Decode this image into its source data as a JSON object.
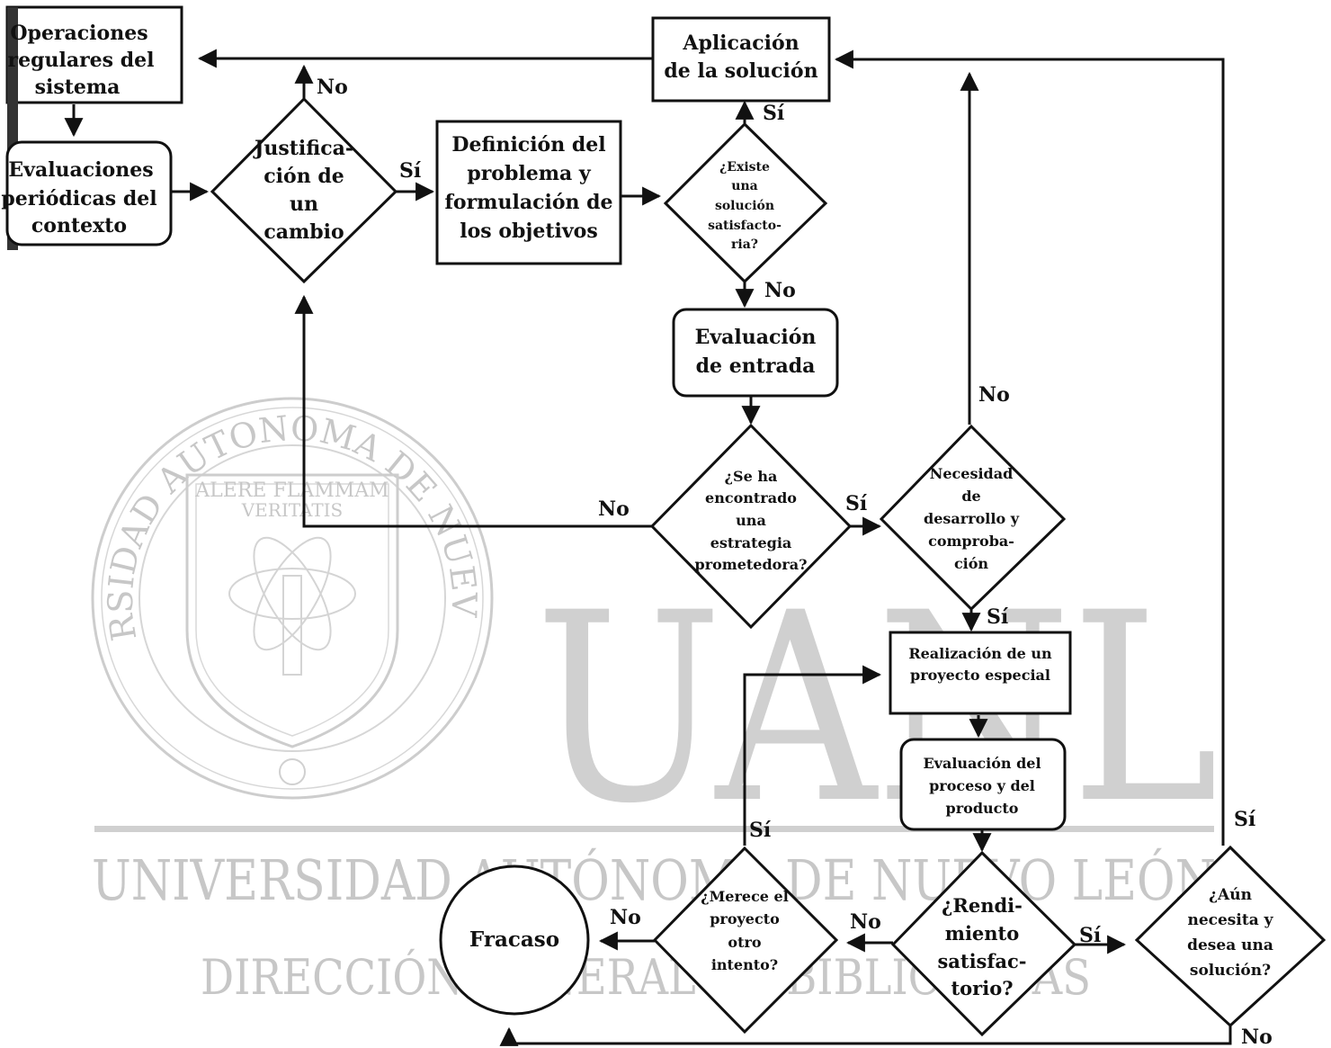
{
  "watermark": {
    "letters": "UANL",
    "line1": "UNIVERSIDAD AUTÓNOMA DE NUEVO LEÓN",
    "line2": "DIRECCIÓN GENERAL DE BIBLIOTECAS",
    "seal_ring": "UNIVERSIDAD AUTONOMA DE NUEVO LEON",
    "seal_motto1": "ALERE FLAMMAM",
    "seal_motto2": "VERITATIS"
  },
  "nodes": {
    "operaciones": [
      "Operaciones",
      "regulares del",
      "sistema"
    ],
    "evaluaciones": [
      "Evaluaciones",
      "periódicas del",
      "contexto"
    ],
    "justificacion": [
      "Justifica-",
      "ción de",
      "un",
      "cambio"
    ],
    "definicion": [
      "Definición del",
      "problema y",
      "formulación de",
      "los objetivos"
    ],
    "aplicacion": [
      "Aplicación",
      "de la solución"
    ],
    "existe": [
      "¿Existe",
      "una",
      "solución",
      "satisfacto-",
      "ria?"
    ],
    "evaluacion_entrada": [
      "Evaluación",
      "de entrada"
    ],
    "estrategia": [
      "¿Se ha",
      "encontrado",
      "una",
      "estrategia",
      "prometedora?"
    ],
    "necesidad": [
      "Necesidad",
      "de",
      "desarrollo y",
      "comproba-",
      "ción"
    ],
    "realizacion": [
      "Realización de un",
      "proyecto especial"
    ],
    "evaluacion_proceso": [
      "Evaluación del",
      "proceso y del",
      "producto"
    ],
    "rendimiento": [
      "¿Rendi-",
      "miento",
      "satisfac-",
      "torio?"
    ],
    "aun_necesita": [
      "¿Aún",
      "necesita y",
      "desea una",
      "solución?"
    ],
    "merece": [
      "¿Merece el",
      "proyecto",
      "otro",
      "intento?"
    ],
    "fracaso": "Fracaso"
  },
  "edge_labels": {
    "yes": "Sí",
    "no": "No"
  }
}
